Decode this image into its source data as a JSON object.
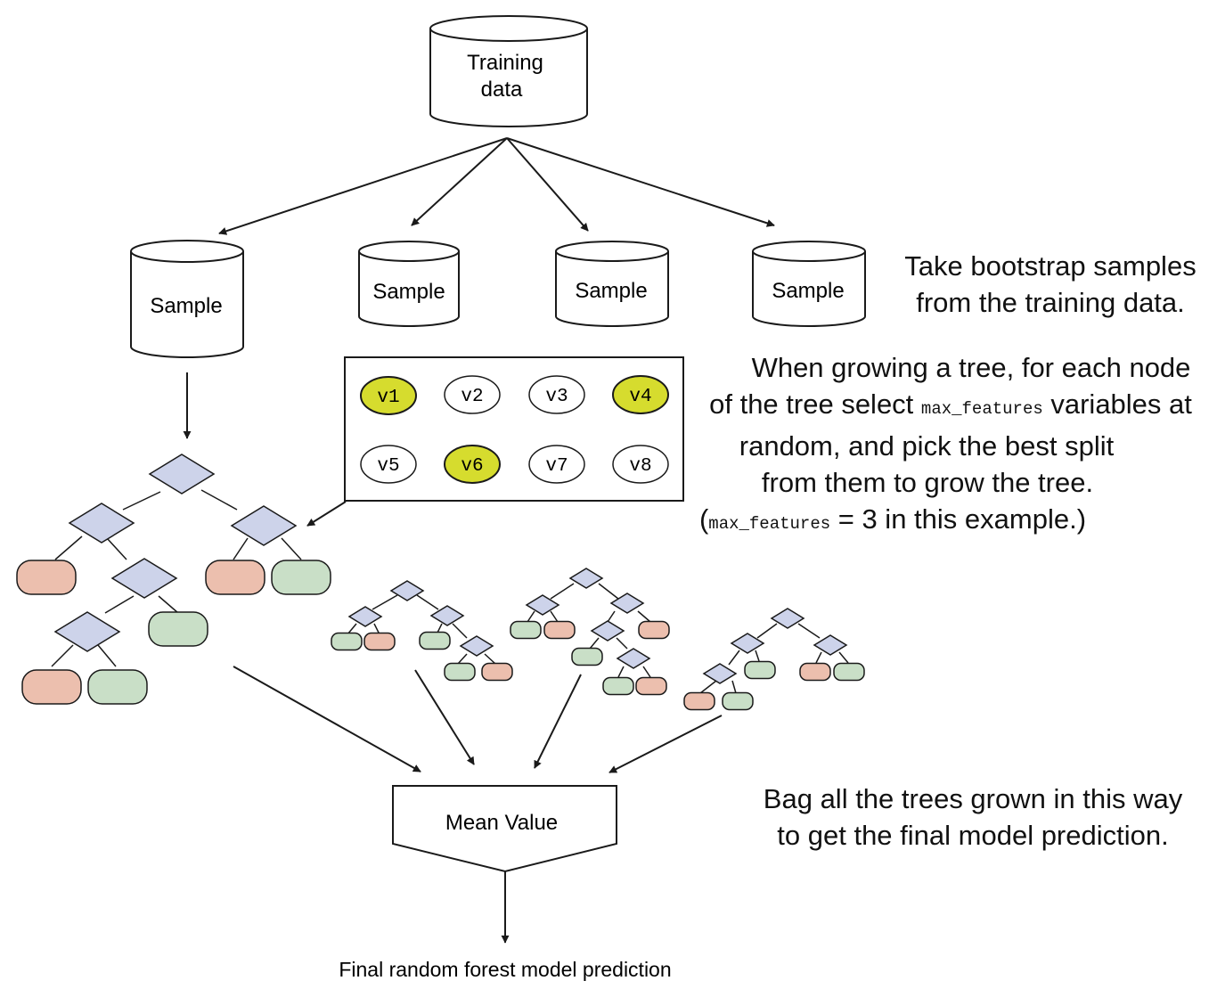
{
  "training_data": {
    "line1": "Training",
    "line2": "data"
  },
  "samples": [
    "Sample",
    "Sample",
    "Sample",
    "Sample"
  ],
  "variables": [
    "v1",
    "v2",
    "v3",
    "v4",
    "v5",
    "v6",
    "v7",
    "v8"
  ],
  "selected_variables": [
    "v1",
    "v4",
    "v6"
  ],
  "mean_value": "Mean Value",
  "final_prediction": "Final random forest model prediction",
  "notes": {
    "bootstrap": {
      "line1": "Take bootstrap samples",
      "line2": "from the training data."
    },
    "growing": {
      "line1": "When growing a tree, for each node",
      "line2_pre": "of the tree select ",
      "line2_code": "max_features",
      "line2_post": " variables at",
      "line3": "random, and pick the best split",
      "line4": "from them to grow the tree.",
      "line5_pre": "(",
      "line5_code": "max_features",
      "line5_post": " = 3 in this example.)"
    },
    "bag": {
      "line1": "Bag all the trees grown in this way",
      "line2": "to get the final model prediction."
    }
  },
  "colors": {
    "decision_node": "#cdd3ea",
    "leaf_red": "#ecbfae",
    "leaf_green": "#c9dfc7",
    "selected_variable": "#d6dc2e",
    "stroke": "#1a1a1a"
  }
}
